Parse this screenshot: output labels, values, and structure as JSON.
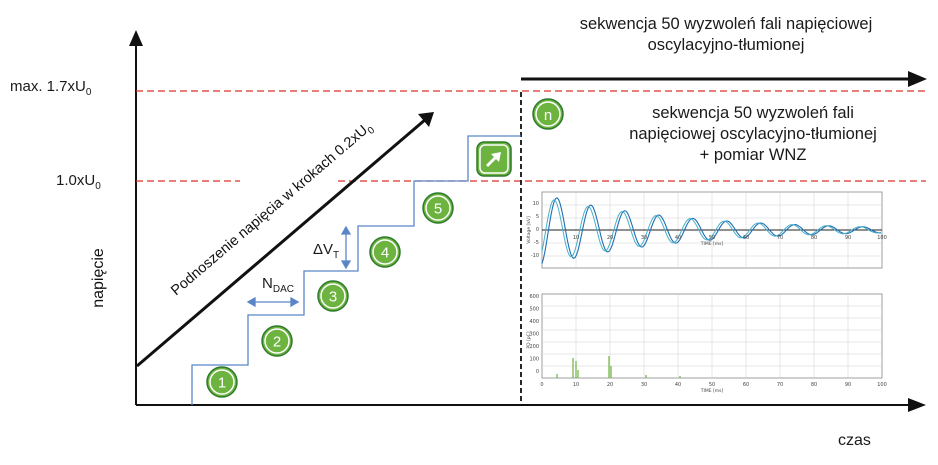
{
  "title_top": {
    "line1": "sekwencja 50 wyzwoleń fali napięciowej",
    "line2": "oscylacyjno-tłumionej"
  },
  "title_mid": {
    "line1": "sekwencja 50 wyzwoleń fali",
    "line2": "napięciowej oscylacyjno-tłumionej",
    "line3": "+ pomiar WNZ"
  },
  "y_levels": {
    "max_main": "max. 1.7xU",
    "max_sub": "0",
    "nom_main": "1.0xU",
    "nom_sub": "0"
  },
  "axis": {
    "y_label": "napięcie",
    "x_label": "czas"
  },
  "ramp": {
    "text_main": "Podnoszenie napięcia w krokach 0.2xU",
    "text_sub": "0"
  },
  "annotations": {
    "ndac_main": "N",
    "ndac_sub": "DAC",
    "dvt_main": "ΔV",
    "dvt_sub": "T"
  },
  "steps": [
    "1",
    "2",
    "3",
    "4",
    "5"
  ],
  "last_step": "n",
  "colors": {
    "step_fill": "#6db33f",
    "step_outline": "#2e7a2e",
    "dashed": "#d9302b",
    "staircase": "#5a86c8"
  },
  "inset": {
    "top_ylabel": "Voltage [kV]",
    "top_xlabel": "TIME [ms]",
    "top_yticks": [
      "10",
      "5",
      "0",
      "-5",
      "-10"
    ],
    "top_xticks": [
      "10",
      "20",
      "30",
      "40",
      "50",
      "60",
      "70",
      "80",
      "90",
      "100"
    ],
    "bottom_ylabel": "PD [pC]",
    "bottom_xlabel": "TIME [ms]",
    "bottom_yticks": [
      "600",
      "500",
      "400",
      "300",
      "200",
      "100",
      "0"
    ],
    "bottom_xticks": [
      "0",
      "10",
      "20",
      "30",
      "40",
      "50",
      "60",
      "70",
      "80",
      "90",
      "100"
    ]
  }
}
